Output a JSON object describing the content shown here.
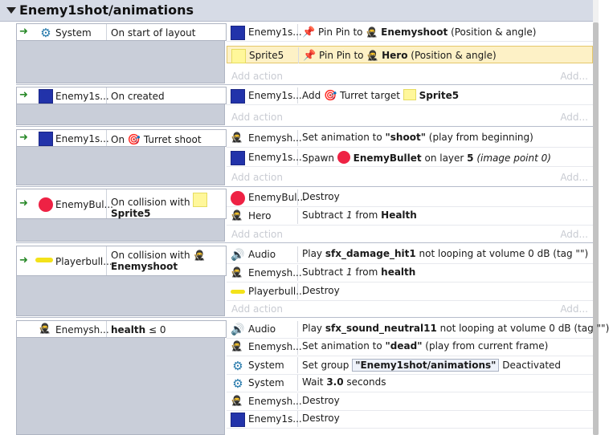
{
  "group": {
    "title": "Enemy1shot/animations"
  },
  "events": [
    {
      "cond_object": "System",
      "cond_icon": "gear-icon",
      "cond_text": "On start of layout",
      "actions": [
        {
          "object": "Enemy1s...",
          "icon": "blue-square",
          "pre": "Pin Pin to ",
          "bold": "Enemyshoot",
          "post": " (Position & angle)",
          "ico2": "pin-icon"
        },
        {
          "object": "Sprite5",
          "icon": "yellow-square",
          "pre": "Pin Pin to ",
          "bold": "Hero",
          "post": " (Position & angle)",
          "ico2": "pin-icon",
          "highlighted": true
        }
      ]
    },
    {
      "cond_object": "Enemy1s...",
      "cond_icon": "blue-square",
      "cond_text": "On created",
      "actions": [
        {
          "object": "Enemy1s...",
          "icon": "blue-square",
          "pre": "Add ",
          "mid": "Turret target ",
          "bold": "Sprite5"
        }
      ]
    },
    {
      "cond_object": "Enemy1s...",
      "cond_icon": "blue-square",
      "cond_text_a": "On ",
      "cond_text_b": "Turret shoot",
      "actions": [
        {
          "object": "Enemysh...",
          "icon": "ninja",
          "pre": "Set animation to ",
          "bold": "\"shoot\"",
          "post": " (play from beginning)"
        },
        {
          "object": "Enemy1s...",
          "icon": "blue-square",
          "pre": "Spawn ",
          "bold": "EnemyBullet",
          "post": " on layer ",
          "bold2": "5",
          "ital": " (image point 0)"
        }
      ]
    },
    {
      "cond_object": "EnemyBul...",
      "cond_icon": "red-circle",
      "cond_text": "On collision with",
      "cond_bold": "Sprite5",
      "actions": [
        {
          "object": "EnemyBul...",
          "icon": "red-circle",
          "pre": "Destroy"
        },
        {
          "object": "Hero",
          "icon": "ninja",
          "pre": "Subtract ",
          "ital": "1",
          "post": " from ",
          "bold": "Health"
        }
      ]
    },
    {
      "cond_object": "Playerbull...",
      "cond_icon": "yellow-bullet",
      "cond_text": "On collision with",
      "cond_bold": "Enemyshoot",
      "actions": [
        {
          "object": "Audio",
          "icon": "audio",
          "pre": "Play ",
          "bold": "sfx_damage_hit1",
          "post": " not looping at volume 0 dB (tag \"\")"
        },
        {
          "object": "Enemysh...",
          "icon": "ninja",
          "pre": "Subtract ",
          "ital": "1",
          "post": " from ",
          "bold": "health"
        },
        {
          "object": "Playerbull...",
          "icon": "yellow-bullet",
          "pre": "Destroy"
        }
      ]
    },
    {
      "cond_object": "Enemysh...",
      "cond_icon": "ninja",
      "cond_bold": "health",
      "cond_text": " ≤ 0",
      "actions": [
        {
          "object": "Audio",
          "icon": "audio",
          "pre": "Play ",
          "bold": "sfx_sound_neutral11",
          "post": " not looping at volume 0 dB (tag \"\")"
        },
        {
          "object": "Enemysh...",
          "icon": "ninja",
          "pre": "Set animation to ",
          "bold": "\"dead\"",
          "post": " (play from current frame)"
        },
        {
          "object": "System",
          "icon": "gear",
          "pre": "Set group ",
          "tag": "\"Enemy1shot/animations\"",
          "post": " Deactivated"
        },
        {
          "object": "System",
          "icon": "gear",
          "pre": "Wait ",
          "bold": "3.0",
          "post": " seconds"
        },
        {
          "object": "Enemysh...",
          "icon": "ninja",
          "pre": "Destroy"
        },
        {
          "object": "Enemy1s...",
          "icon": "blue-square",
          "pre": "Destroy"
        }
      ]
    }
  ],
  "labels": {
    "add_action": "Add action",
    "add_more": "Add..."
  }
}
